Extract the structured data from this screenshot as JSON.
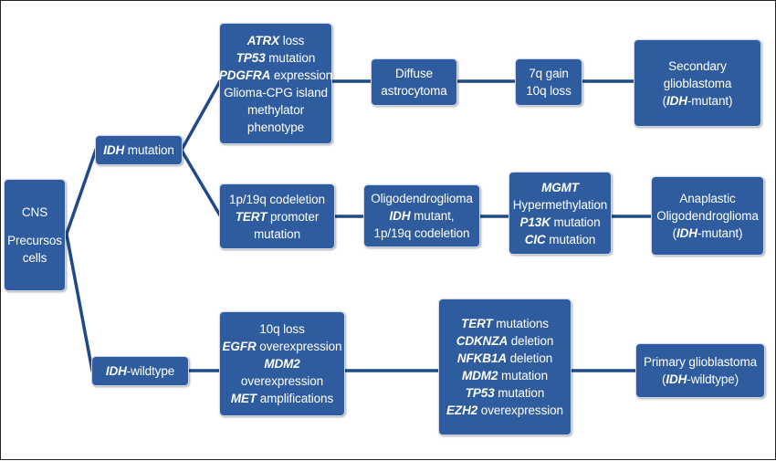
{
  "colors": {
    "box_fill": "#2f5c9e",
    "connector": "#1f4a8a",
    "text": "#ffffff"
  },
  "nodes": {
    "cns": {
      "l1": "CNS",
      "l2": "Precursos",
      "l3": "cells"
    },
    "idh_mut": {
      "i": "IDH",
      "t": " mutation"
    },
    "idh_wt": {
      "i": "IDH",
      "t": "-wildtype"
    },
    "astro_markers": {
      "l1_i": "ATRX",
      "l1_t": " loss",
      "l2_i": "TP53",
      "l2_t": " mutation",
      "l3_i": "PDGFRA",
      "l3_t": " expression",
      "l4": "Glioma-CPG island",
      "l5": "methylator",
      "l6": "phenotype"
    },
    "diffuse": {
      "l1": "Diffuse",
      "l2": "astrocytoma"
    },
    "gain": {
      "l1": "7q gain",
      "l2": "10q loss"
    },
    "secondary": {
      "l1": "Secondary",
      "l2": "glioblastoma",
      "l3_pre": "(",
      "l3_i": "IDH",
      "l3_t": "-mutant)"
    },
    "codel": {
      "l1": "1p/19q codeletion",
      "l2_i": "TERT",
      "l2_t": " promoter",
      "l3": "mutation"
    },
    "oligo": {
      "l1": "Oligodendroglioma",
      "l2_i": "IDH",
      "l2_t": " mutant,",
      "l3": "1p/19q codeletion"
    },
    "mgmt": {
      "l1_i": "MGMT",
      "l2": "Hypermethylation",
      "l3_i": "P13K",
      "l3_t": " mutation",
      "l4_i": "CIC",
      "l4_t": " mutation"
    },
    "anaplastic": {
      "l1": "Anaplastic",
      "l2": "Oligodendroglioma",
      "l3_pre": "(",
      "l3_i": "IDH",
      "l3_t": "-mutant)"
    },
    "wt_markers": {
      "l1": "10q loss",
      "l2_i": "EGFR",
      "l2_t": " overexpression",
      "l3_i": "MDM2",
      "l4": "overexpression",
      "l5_i": "MET",
      "l5_t": " amplifications"
    },
    "tert": {
      "l1_i": "TERT",
      "l1_t": " mutations",
      "l2_i": "CDKNZA",
      "l2_t": " deletion",
      "l3_i": "NFKB1A",
      "l3_t": " deletion",
      "l4_i": "MDM2",
      "l4_t": " mutation",
      "l5_i": "TP53",
      "l5_t": " mutation",
      "l6_i": "EZH2",
      "l6_t": " overexpression"
    },
    "primary": {
      "l1": "Primary glioblastoma",
      "l2_pre": "(",
      "l2_i": "IDH",
      "l2_t": "-wildtype)"
    }
  }
}
